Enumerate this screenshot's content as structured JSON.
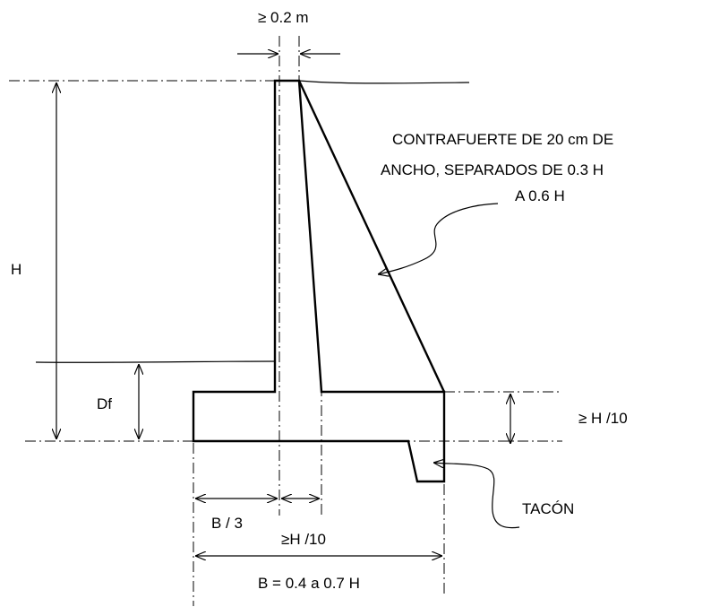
{
  "labels": {
    "top_thickness": "≥ 0.2 m",
    "height": "H",
    "contrafuerte_line1": "CONTRAFUERTE DE 20 cm DE",
    "contrafuerte_line2": "ANCHO, SEPARADOS DE 0.3 H",
    "contrafuerte_line3": "A 0.6 H",
    "depth": "Df",
    "base_thickness": "≥ H /10",
    "toe_width": "B / 3",
    "stem_width": "≥H /10",
    "base_width": "B = 0.4 a 0.7 H",
    "key": "TACÓN"
  }
}
